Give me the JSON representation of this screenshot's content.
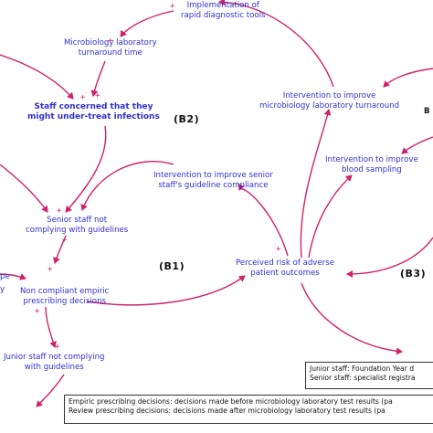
{
  "nodes": {
    "implementation_rapid": [
      "Implementation of",
      "rapid diagnostic tools"
    ],
    "micro_turnaround": [
      "Microbiology laboratory",
      "turnaround time"
    ],
    "staff_concerned": [
      "Staff concerned that they",
      "might under-treat infections"
    ],
    "intervention_turnaround": [
      "Intervention to improve",
      "microbiology laboratory turnaround"
    ],
    "intervention_blood": [
      "Intervention to improve",
      "blood sampling"
    ],
    "intervention_senior": [
      "Intervention to improve senior",
      "staff's guideline compliance"
    ],
    "senior_staff": [
      "Senior staff not",
      "complying with guidelines"
    ],
    "perceived_risk": [
      "Perceived risk of adverse",
      "patient outcomes"
    ],
    "non_compliant": [
      "Non compliant empiric",
      "prescribing decisions"
    ],
    "junior_staff": [
      "Junior staff not complying",
      "with guidelines"
    ],
    "left_fragment_1": "pe",
    "left_fragment_2": "y",
    "right_fragment": "B"
  },
  "loops": {
    "b1": "(B1)",
    "b2": "(B2)",
    "b3": "(B3)"
  },
  "legend_staff": [
    "Junior staff: Foundation Year d",
    "Senior staff: specialist registra"
  ],
  "legend_decisions": [
    "Empiric prescribing decisions: decisions made before microbiology laboratory test results (pa",
    "Review prescribing decisions: decisions made after microbiology laboratory test results (pa"
  ],
  "signs": {
    "plus": "+",
    "minus": "-"
  },
  "colors": {
    "node_text": "#2f2fd0",
    "arrow": "#d0206a",
    "text": "#111111"
  }
}
